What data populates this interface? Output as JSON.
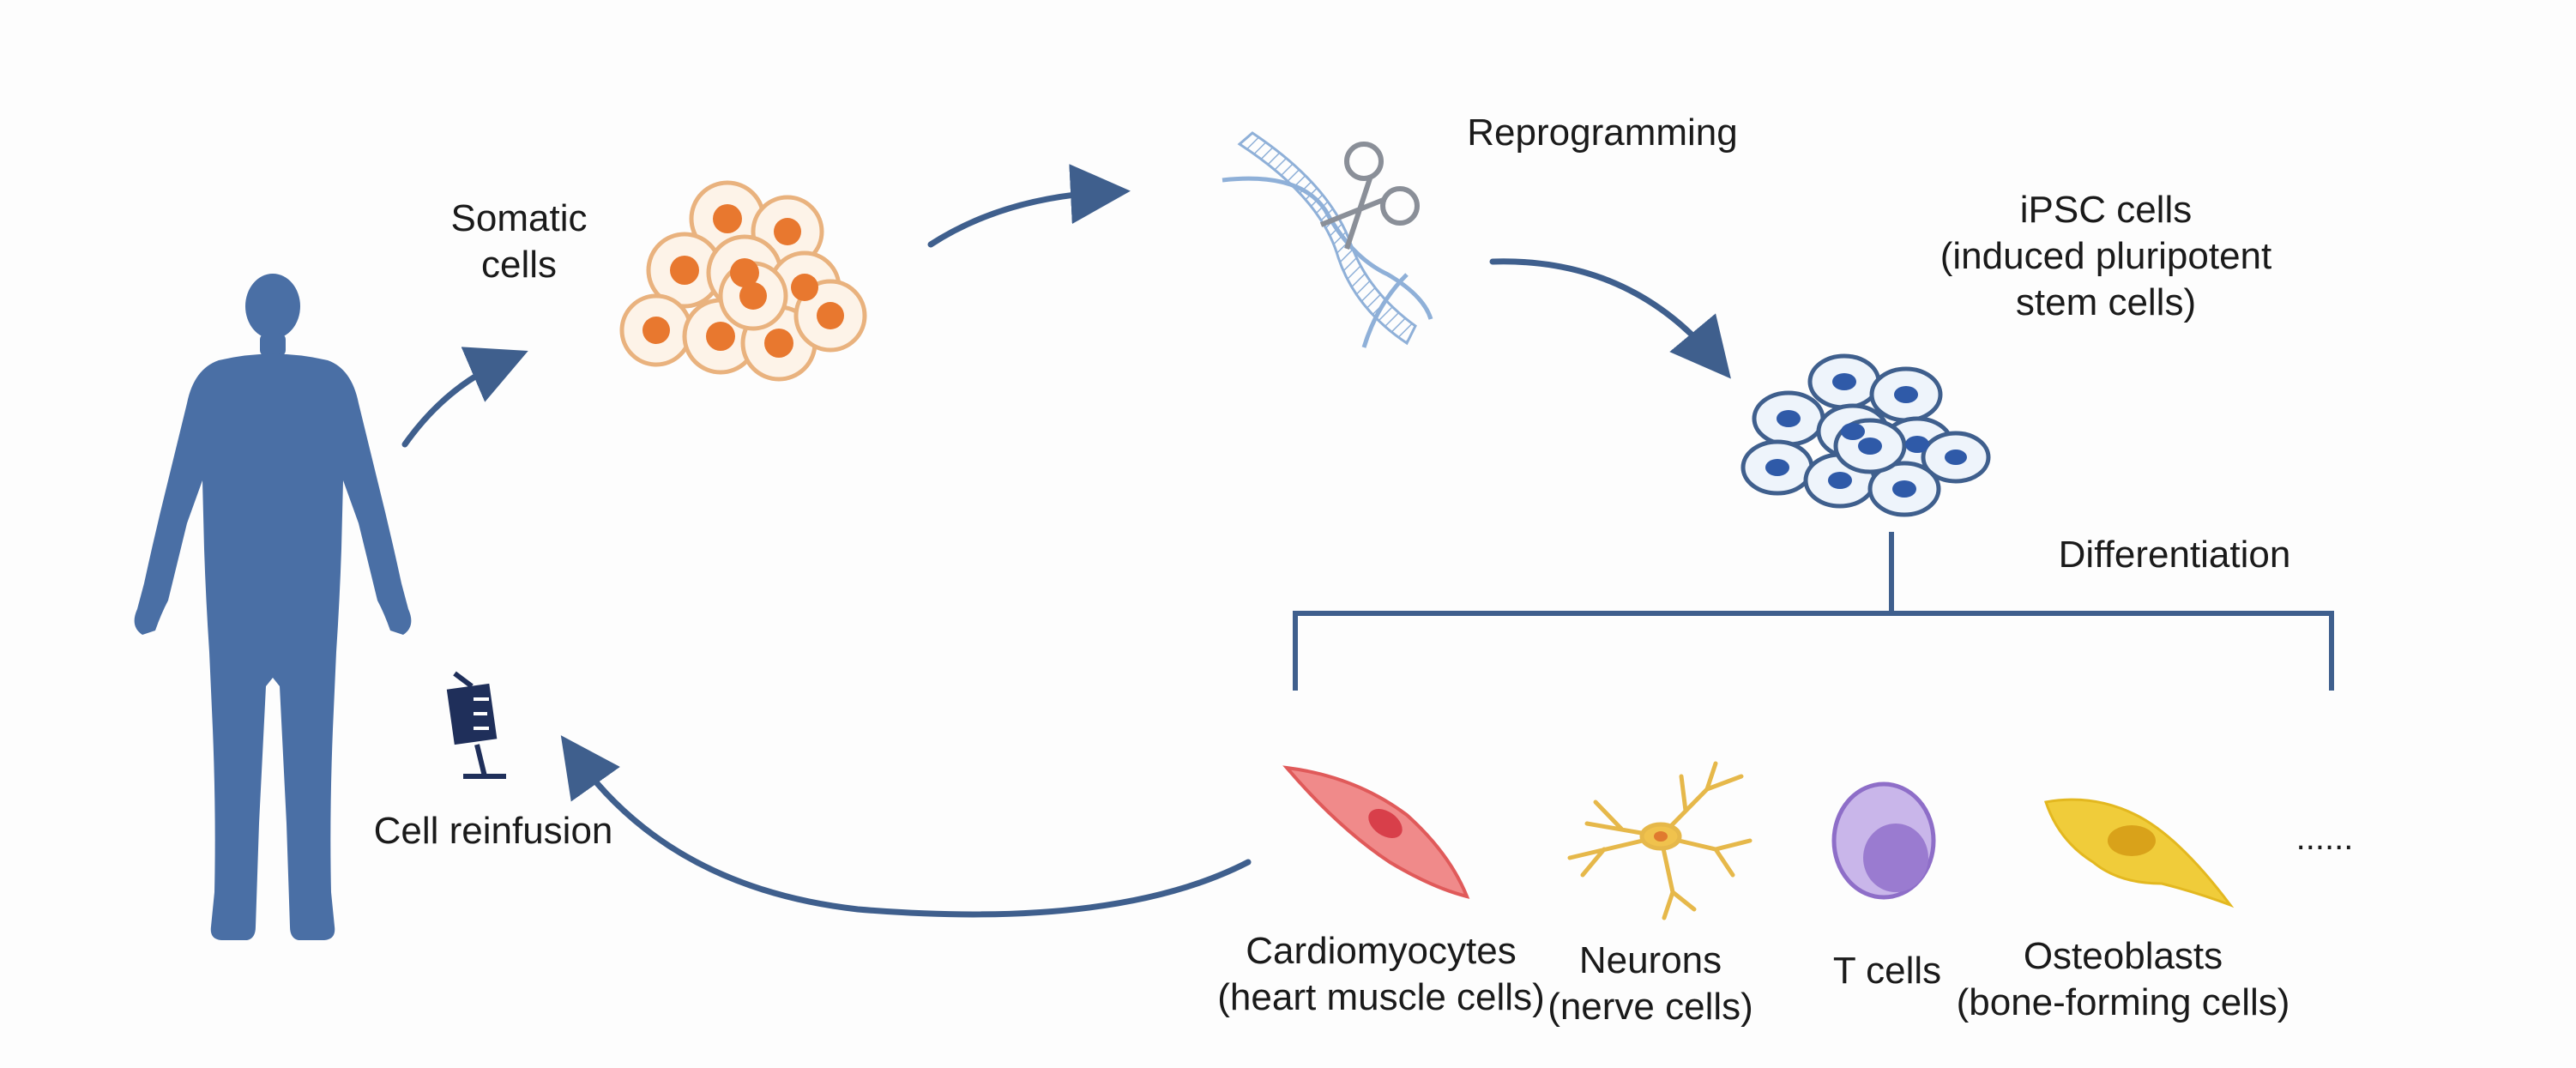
{
  "labels": {
    "somatic": [
      "Somatic",
      "cells"
    ],
    "reprogramming": "Reprogramming",
    "ipsc": [
      "iPSC cells",
      "(induced pluripotent",
      "stem cells)"
    ],
    "differentiation": "Differentiation",
    "reinfusion": "Cell reinfusion",
    "cardio": [
      "Cardiomyocytes",
      "(heart muscle cells)"
    ],
    "neurons": [
      "Neurons",
      "(nerve cells)"
    ],
    "tcells": "T cells",
    "osteo": [
      "Osteoblasts",
      "(bone-forming cells)"
    ],
    "more": "......"
  },
  "colors": {
    "body": "#4a6fa5",
    "arrow": "#3f5f8d",
    "somatic_nucleus": "#e8782f",
    "somatic_ring": "#e9b27e",
    "ipsc_nucleus": "#2f5aa8",
    "ipsc_ring": "#3f5f8d",
    "dna": "#8fb0d8",
    "cardio": "#e85a5a",
    "neuron": "#e6b84a",
    "tcell": "#9a7bd0",
    "osteo": "#f0cc3a"
  },
  "icons": [
    "human-body-icon",
    "syringe-icon",
    "dna-scissors-icon"
  ]
}
